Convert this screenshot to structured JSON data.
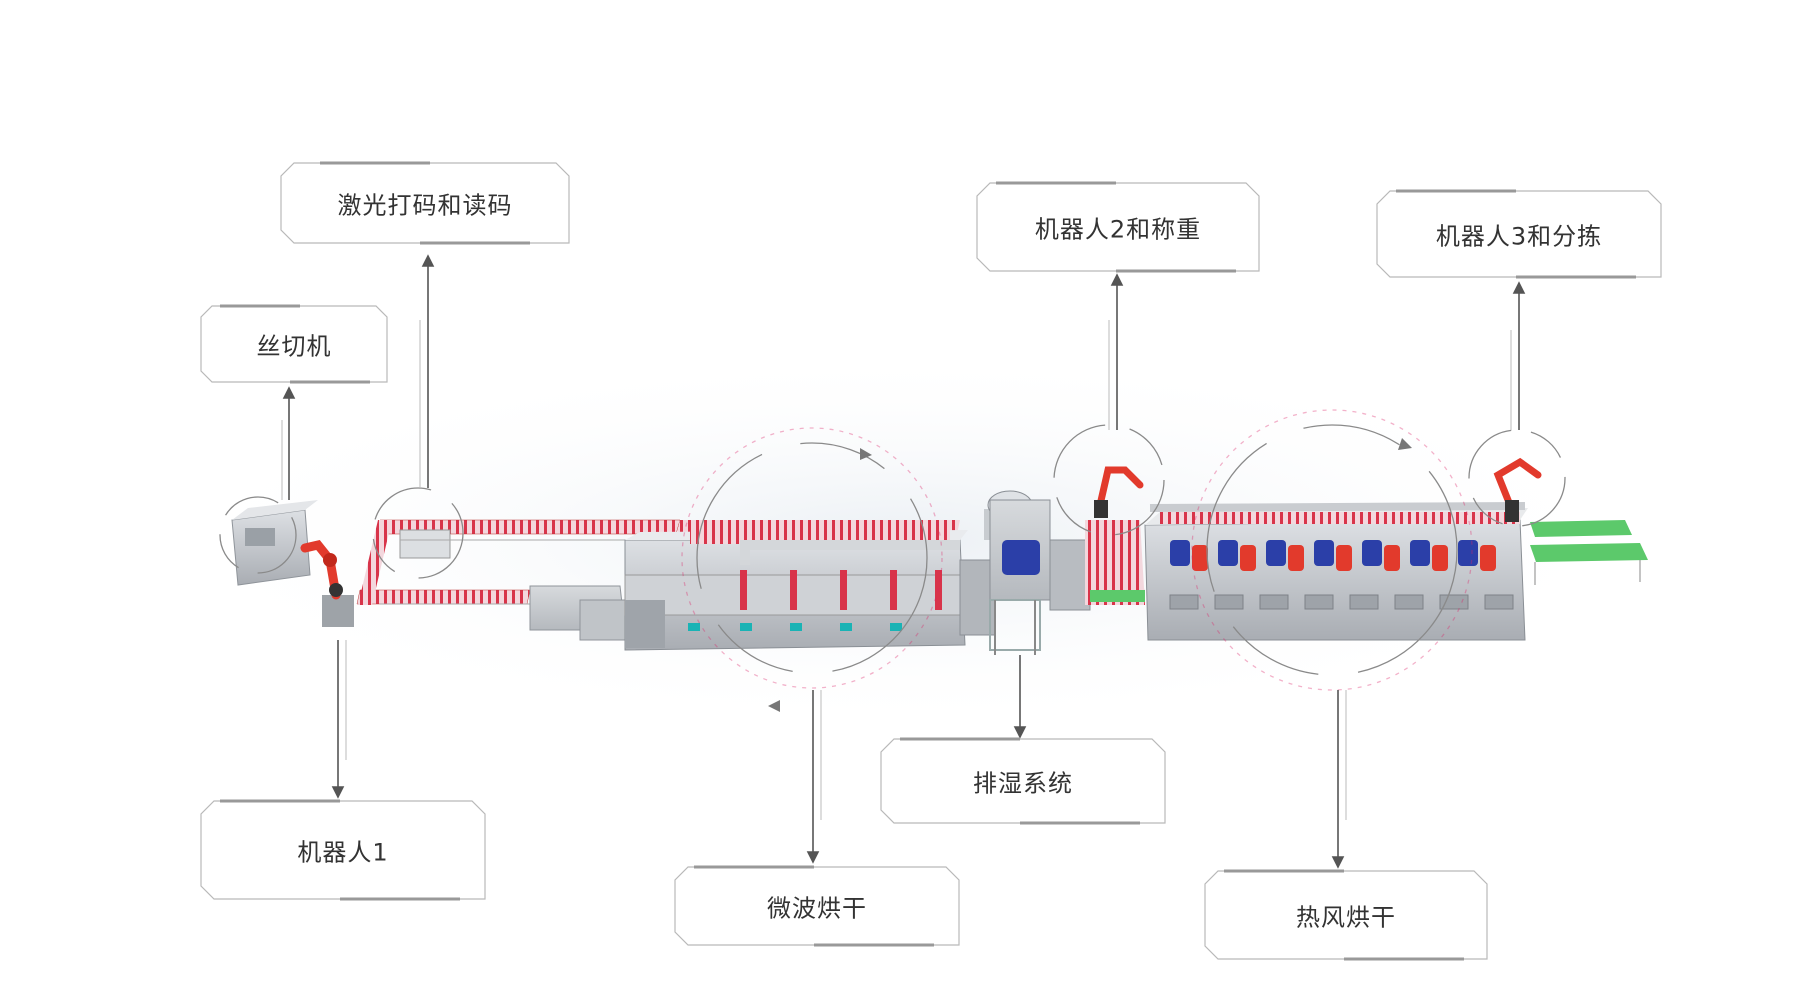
{
  "labels": {
    "laser": "激光打码和读码",
    "wire_cutter": "丝切机",
    "robot2": "机器人2和称重",
    "robot3": "机器人3和分拣",
    "dehumid": "排湿系统",
    "robot1": "机器人1",
    "microwave": "微波烘干",
    "hotair": "热风烘干"
  },
  "colors": {
    "accent_red": "#d8344a",
    "robot_red": "#e23a2c",
    "motor_blue": "#2b3fa8",
    "teal": "#19b3b5",
    "green": "#5cc96b",
    "arrow": "#555555",
    "frame_line": "#b9b9b9",
    "machine_gray": "#c9ccd0"
  }
}
